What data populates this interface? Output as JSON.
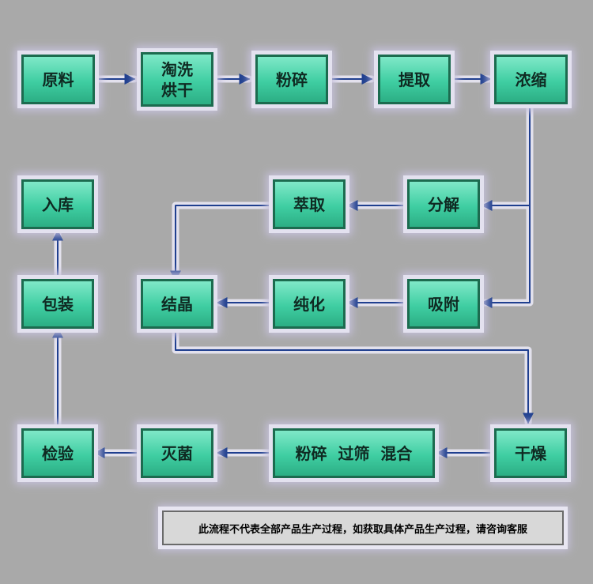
{
  "nodes": {
    "yuanliao": "原料",
    "taoxi_line1": "淘洗",
    "taoxi_line2": "烘干",
    "fensui1": "粉碎",
    "tiqu": "提取",
    "nongsuo": "浓缩",
    "fenjie": "分解",
    "cuiqu": "萃取",
    "xifu": "吸附",
    "chunhua": "纯化",
    "jiejing": "结晶",
    "ganzao": "干燥",
    "fensui_guoshai_hunhe": "粉碎  过筛  混合",
    "miejun": "灭菌",
    "jianyan": "检验",
    "baozhuang": "包装",
    "ruku": "入库"
  },
  "note": "此流程不代表全部产品生产过程，如获取具体产品生产过程，请咨询客服",
  "colors": {
    "background": "#a9a9a9",
    "node_fill": "#3fcea2",
    "node_border": "#1c6b4f",
    "connector": "#1f3f8f",
    "glow": "#e3e1ef"
  }
}
